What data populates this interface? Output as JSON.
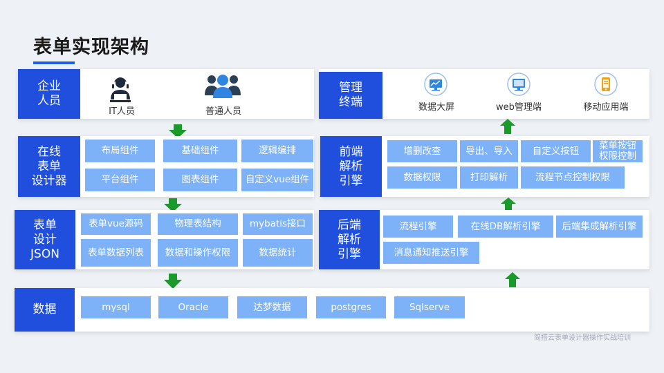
{
  "title": "表单实现架构",
  "footer": "简搭云表单设计器操作实战培训",
  "left": {
    "users": {
      "header": "企业\n人员",
      "roles": [
        "IT人员",
        "普通人员"
      ]
    },
    "designer": {
      "header": "在线\n表单\n设计器",
      "items": [
        "布局组件",
        "基础组件",
        "逻辑编排",
        "平台组件",
        "图表组件",
        "自定义vue组件"
      ]
    },
    "json": {
      "header": "表单\n设计\nJSON",
      "items": [
        "表单vue源码",
        "物理表结构",
        "mybatis接口",
        "表单数据列表",
        "数据和操作权限",
        "数据统计"
      ]
    },
    "data": {
      "header": "数据",
      "items": [
        "mysql",
        "Oracle",
        "达梦数据",
        "postgres",
        "Sqlserve"
      ]
    }
  },
  "right": {
    "terminal": {
      "header": "管理\n终端",
      "items": [
        "数据大屏",
        "web管理端",
        "移动应用端"
      ]
    },
    "frontend": {
      "header": "前端\n解析\n引擎",
      "items": [
        "增删改查",
        "导出、导入",
        "自定义按钮",
        "菜单按钮权限控制",
        "数据权限",
        "打印解析",
        "流程节点控制权限"
      ]
    },
    "backend": {
      "header": "后端\n解析\n引擎",
      "items": [
        "流程引擎",
        "在线DB解析引擎",
        "后端集成解析引擎",
        "消息通知推送引擎"
      ]
    }
  },
  "colors": {
    "header": "#1f4fdc",
    "cell": "#7eb2f8",
    "arrow": "#1a9a2a",
    "title_bar": "#1f5fe6"
  }
}
